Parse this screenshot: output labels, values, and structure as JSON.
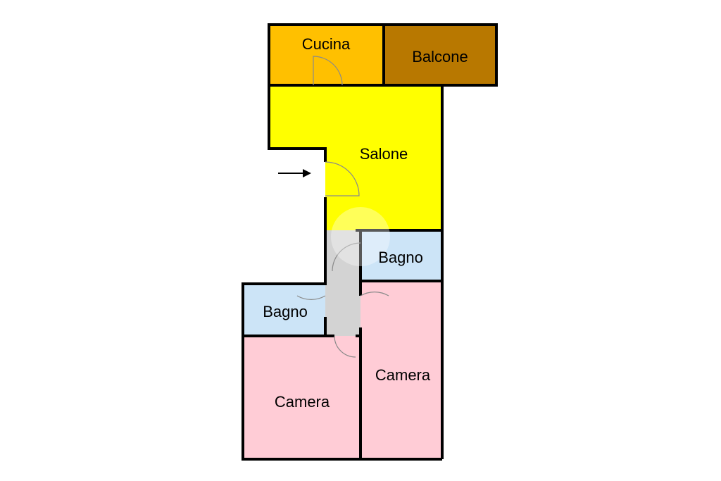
{
  "floorplan": {
    "rooms": {
      "cucina": {
        "label": "Cucina",
        "color": "#FFC000"
      },
      "balcone": {
        "label": "Balcone",
        "color": "#B87800"
      },
      "salone": {
        "label": "Salone",
        "color": "#FFFF00"
      },
      "bagno_top": {
        "label": "Bagno",
        "color": "#CCE4F7"
      },
      "bagno_left": {
        "label": "Bagno",
        "color": "#CCE4F7"
      },
      "camera_left": {
        "label": "Camera",
        "color": "#FFCCD6"
      },
      "camera_right": {
        "label": "Camera",
        "color": "#FFCCD6"
      },
      "corridoio": {
        "color": "#D3D3D3"
      }
    },
    "entrance_icon": "arrow-right-icon"
  }
}
